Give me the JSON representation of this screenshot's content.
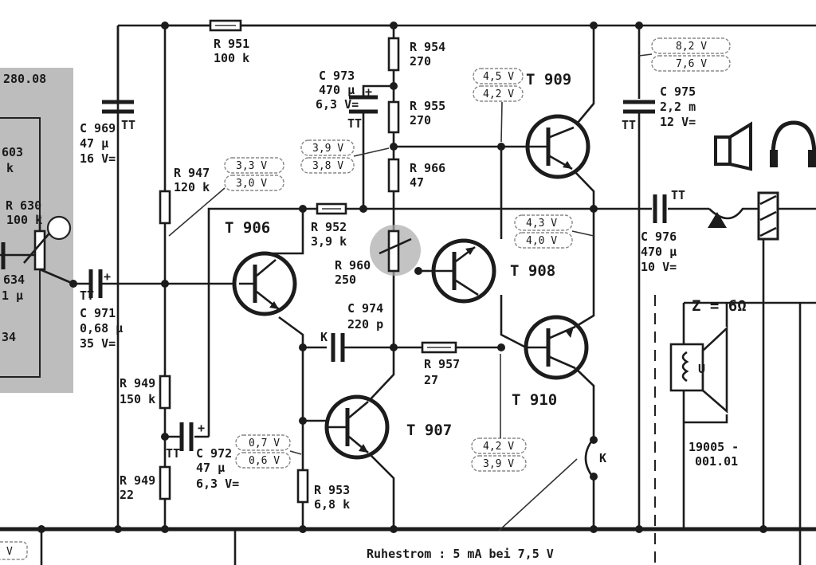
{
  "left_module": {
    "labels": [
      "280.08",
      "603",
      "k",
      "R 630",
      "100 k",
      "634",
      "1 µ",
      "34"
    ]
  },
  "components": {
    "R951": {
      "ref": "R 951",
      "value": "100 k"
    },
    "R954": {
      "ref": "R 954",
      "value": "270"
    },
    "R955": {
      "ref": "R 955",
      "value": "270"
    },
    "R966": {
      "ref": "R 966",
      "value": "47"
    },
    "R947": {
      "ref": "R 947",
      "value": "120 k"
    },
    "R952": {
      "ref": "R 952",
      "value": "3,9 k"
    },
    "R960": {
      "ref": "R 960",
      "value": "250"
    },
    "R957": {
      "ref": "R 957",
      "value": "27"
    },
    "R949a": {
      "ref": "R 949",
      "value": "150 k"
    },
    "R949b": {
      "ref": "R 949",
      "value": "22"
    },
    "R953": {
      "ref": "R 953",
      "value": "6,8 k"
    },
    "C969": {
      "ref": "C 969",
      "value": "47 µ",
      "rating": "16 V="
    },
    "C973": {
      "ref": "C 973",
      "value": "470 µ",
      "rating": "6,3 V="
    },
    "C975": {
      "ref": "C 975",
      "value": "2,2 m",
      "rating": "12 V="
    },
    "C976": {
      "ref": "C 976",
      "value": "470 µ",
      "rating": "10 V="
    },
    "C971": {
      "ref": "C 971",
      "value": "0,68 µ",
      "rating": "35 V="
    },
    "C974": {
      "ref": "C 974",
      "value": "220 p"
    },
    "C972": {
      "ref": "C 972",
      "value": "47 µ",
      "rating": "6,3 V="
    }
  },
  "transistors": {
    "T906": "T 906",
    "T907": "T 907",
    "T908": "T 908",
    "T909": "T 909",
    "T910": "T 910"
  },
  "voltages": {
    "v8_2": "8,2 V",
    "v7_6": "7,6 V",
    "v4_5": "4,5 V",
    "v4_2a": "4,2 V",
    "v3_9a": "3,9 V",
    "v3_8": "3,8 V",
    "v3_3": "3,3 V",
    "v3_0": "3,0 V",
    "v4_3": "4,3 V",
    "v4_0": "4,0 V",
    "v0_7": "0,7 V",
    "v0_6": "0,6 V",
    "v4_2b": "4,2 V",
    "v3_9b": "3,9 V",
    "v_left": "V"
  },
  "markers": {
    "tt": "TT",
    "k": "K",
    "plus": "+",
    "minus": "-",
    "u": "U"
  },
  "speaker": {
    "impedance": "Z = 6Ω",
    "part_no": "19005 -",
    "part_no2": "001.01"
  },
  "footer": {
    "note": "Ruhestrom : 5 mA bei 7,5 V"
  }
}
